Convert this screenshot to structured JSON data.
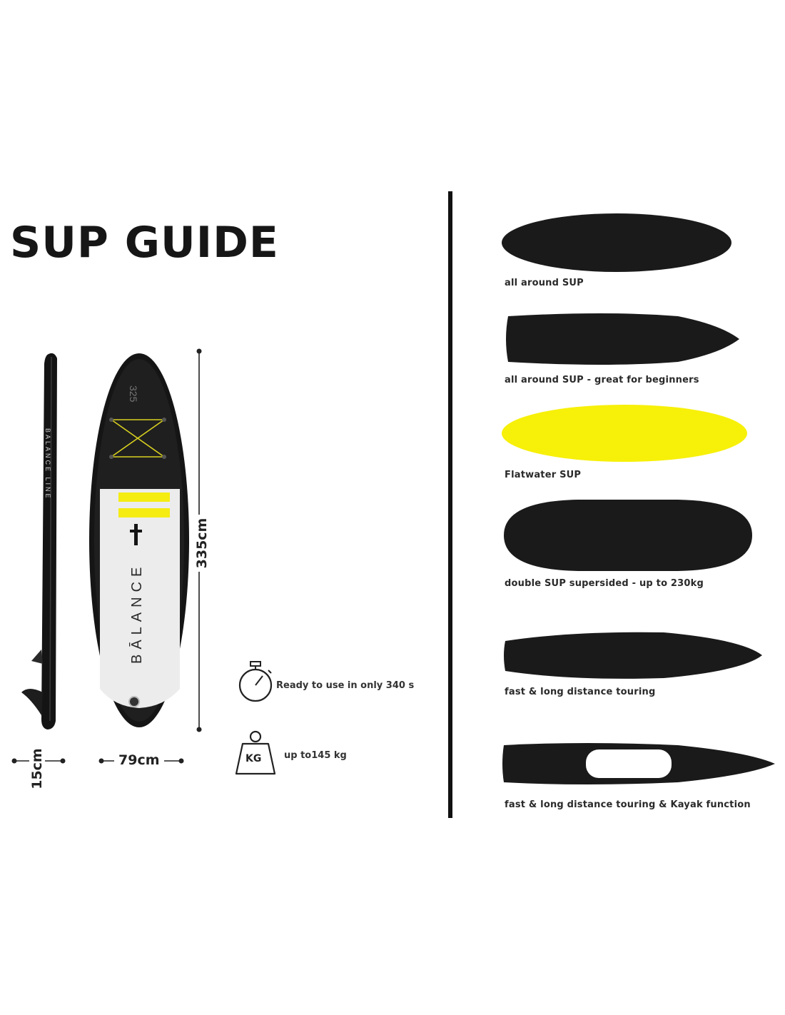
{
  "title": "SUP GUIDE",
  "board": {
    "nose_number": "325",
    "brand_text": "BĀLANCE",
    "side_text": "BALANCE LINE"
  },
  "dimensions": {
    "length": "335cm",
    "width": "79cm",
    "thickness": "15cm"
  },
  "features": [
    {
      "icon": "stopwatch-icon",
      "text": "Ready to use in only 340 s"
    },
    {
      "icon": "weight-kg-icon",
      "icon_text": "KG",
      "text": "up to145 kg"
    }
  ],
  "board_types": [
    {
      "label": "all around SUP",
      "color": "#1a1a1a"
    },
    {
      "label": "all around SUP - great for beginners",
      "color": "#1a1a1a"
    },
    {
      "label": "Flatwater SUP",
      "color": "#f7f009"
    },
    {
      "label": "double SUP supersided - up to 230kg",
      "color": "#1a1a1a"
    },
    {
      "label": "fast & long distance touring",
      "color": "#1a1a1a"
    },
    {
      "label": "fast & long distance touring & Kayak function",
      "color": "#1a1a1a"
    }
  ],
  "colors": {
    "accent_yellow": "#f7f009",
    "board_black": "#1a1a1a",
    "deck_white": "#ececec"
  }
}
